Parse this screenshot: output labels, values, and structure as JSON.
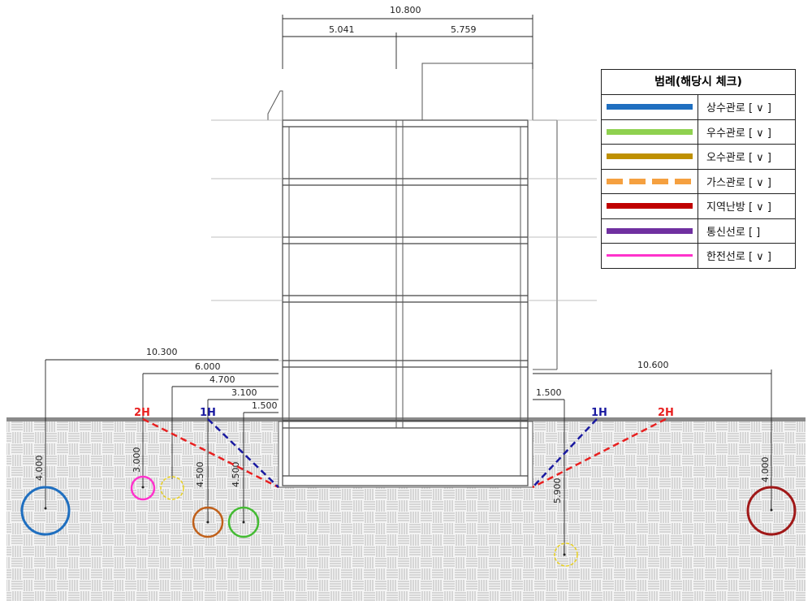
{
  "dimensions": {
    "top_total": "10.800",
    "top_left": "5.041",
    "top_right": "5.759",
    "left_1": "10.300",
    "left_2": "6.000",
    "left_3": "4.700",
    "left_4": "3.100",
    "left_5": "1.500",
    "right_1": "10.600",
    "right_2": "1.500",
    "depth_a": "4.000",
    "depth_b": "3.000",
    "depth_c": "4.500",
    "depth_d": "4.500",
    "depth_e": "5.900",
    "depth_f": "4.000"
  },
  "slope_labels": {
    "left_2h": "2H",
    "left_1h": "1H",
    "right_1h": "1H",
    "right_2h": "2H"
  },
  "legend": {
    "title": "범례(해당시 체크)",
    "items": [
      {
        "label": "상수관로 [ ∨ ]",
        "color": "#1f6fc0",
        "style": "solid"
      },
      {
        "label": "우수관로 [ ∨ ]",
        "color": "#8fd14f",
        "style": "solid"
      },
      {
        "label": "오수관로 [ ∨ ]",
        "color": "#bf9000",
        "style": "solid"
      },
      {
        "label": "가스관로 [ ∨ ]",
        "color": "#f5a040",
        "style": "dashed"
      },
      {
        "label": "지역난방 [ ∨ ]",
        "color": "#c00000",
        "style": "solid"
      },
      {
        "label": "통신선로 [    ]",
        "color": "#7030a0",
        "style": "solid"
      },
      {
        "label": "한전선로 [ ∨ ]",
        "color": "#ff33cc",
        "style": "thin"
      }
    ]
  },
  "colors": {
    "slope_2h": "#e82020",
    "slope_1h": "#1a1aa0",
    "water_pipe": "#1f6fc0",
    "rain_pipe": "#44bb33",
    "sewage_pipe": "#c0601a",
    "gas_pipe": "#e8d020",
    "heating_pipe": "#a01818",
    "power_line": "#ff33cc"
  }
}
